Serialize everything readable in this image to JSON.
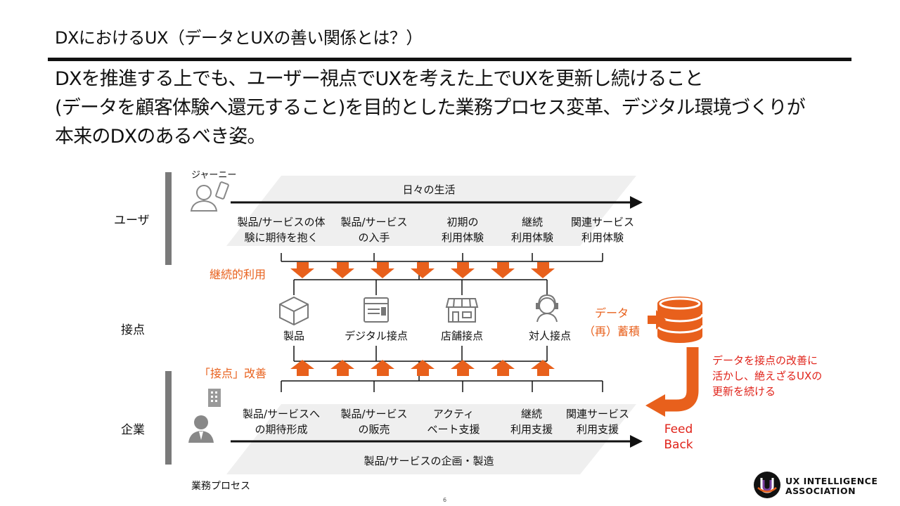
{
  "slide": {
    "title": "DXにおけるUX（データとUXの善い関係とは？）",
    "lead_lines": [
      "DXを推進する上でも、ユーザー視点でUXを考えた上でUXを更新し続けること",
      "(データを顧客体験へ還元すること)を目的とした業務プロセス変革、デジタル環境づくりが",
      "本来のDXのあるべき姿。"
    ],
    "page_number": "6"
  },
  "diagram": {
    "journey_label": "ジャーニー",
    "business_process_label": "業務プロセス",
    "rows": {
      "user": "ユーザ",
      "touchpoint": "接点",
      "company": "企業"
    },
    "daily_life": "日々の生活",
    "product_planning": "製品/サービスの企画・製造",
    "user_steps": [
      [
        "製品/サービスの体",
        "験に期待を抱く"
      ],
      [
        "製品/サービス",
        "の入手"
      ],
      [
        "初期の",
        "利用体験"
      ],
      [
        "継続",
        "利用体験"
      ],
      [
        "関連サービス",
        "利用体験"
      ]
    ],
    "company_steps": [
      [
        "製品/サービスへ",
        "の期待形成"
      ],
      [
        "製品/サービス",
        "の販売"
      ],
      [
        "アクティ",
        "ベート支援"
      ],
      [
        "継続",
        "利用支援"
      ],
      [
        "関連サービス",
        "利用支援"
      ]
    ],
    "touchpoints": [
      "製品",
      "デジタル接点",
      "店舗接点",
      "対人接点"
    ],
    "continuous_use": "継続的利用",
    "touchpoint_improvement": "「接点」改善",
    "data_accumulation": [
      "データ",
      "（再）蓄積"
    ],
    "feedback_note": [
      "データを接点の改善に",
      "活かし、絶えざるUXの",
      "更新を続ける"
    ],
    "feed_back": [
      "Feed",
      "Back"
    ]
  },
  "logo": {
    "line1": "UX INTELLIGENCE",
    "line2": "ASSOCIATION"
  },
  "colors": {
    "accent_orange": "#e8601c",
    "accent_red": "#e0231a",
    "gray_bar": "#7a7a7a",
    "plane_gray": "#efefef"
  }
}
